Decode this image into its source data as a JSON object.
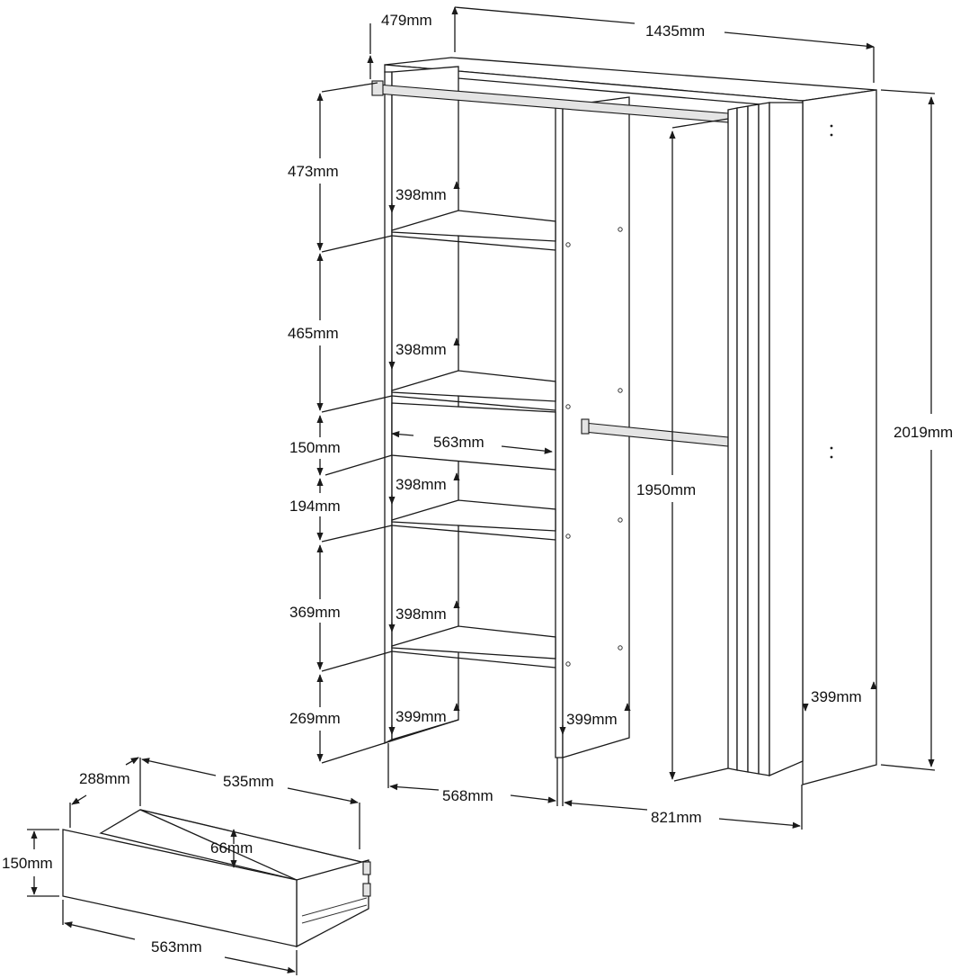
{
  "colors": {
    "line": "#1a1a1a",
    "text": "#111111",
    "background": "#ffffff",
    "rail": "#e4e4e4"
  },
  "dimensions": {
    "wardrobe_depth": "479mm",
    "wardrobe_width": "1435mm",
    "wardrobe_height": "2019mm",
    "compartment_1_height": "473mm",
    "compartment_2_height": "465mm",
    "drawer_opening_height": "150mm",
    "compartment_3_height": "194mm",
    "compartment_4_height": "369mm",
    "compartment_5_height": "269mm",
    "shelf_depth_1": "398mm",
    "shelf_depth_2": "398mm",
    "shelf_depth_3": "398mm",
    "shelf_depth_4": "398mm",
    "drawer_slot_width": "563mm",
    "left_bay_width": "568mm",
    "right_bay_width": "821mm",
    "hanging_height": "1950mm",
    "side_depth_left": "399mm",
    "side_depth_middle": "399mm",
    "side_depth_right": "399mm"
  },
  "drawer": {
    "depth": "288mm",
    "inner_length": "535mm",
    "height": "150mm",
    "inner_side_height": "66mm",
    "front_width": "563mm"
  }
}
